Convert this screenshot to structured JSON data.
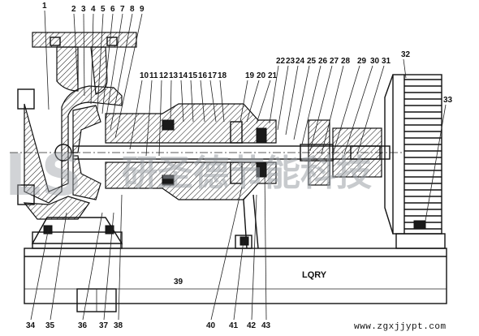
{
  "figure": {
    "model_label": "LQRY",
    "website": "www.zgxjjypt.com",
    "watermark_text": "研圣德节能科技",
    "watermark_logo": "LS",
    "top_callouts": [
      "1",
      "2",
      "3",
      "4",
      "5",
      "6",
      "7",
      "8",
      "9",
      "10",
      "11",
      "12",
      "13",
      "14",
      "15",
      "16",
      "17",
      "18",
      "19",
      "20",
      "21",
      "22",
      "23",
      "24",
      "25",
      "26",
      "27",
      "28",
      "29",
      "30",
      "31",
      "32",
      "33"
    ],
    "bottom_callouts": [
      "34",
      "35",
      "36",
      "37",
      "38",
      "39",
      "40",
      "41",
      "42",
      "43"
    ],
    "colors": {
      "line": "#111111",
      "watermark": "#9aa0a6",
      "background": "#ffffff"
    }
  }
}
